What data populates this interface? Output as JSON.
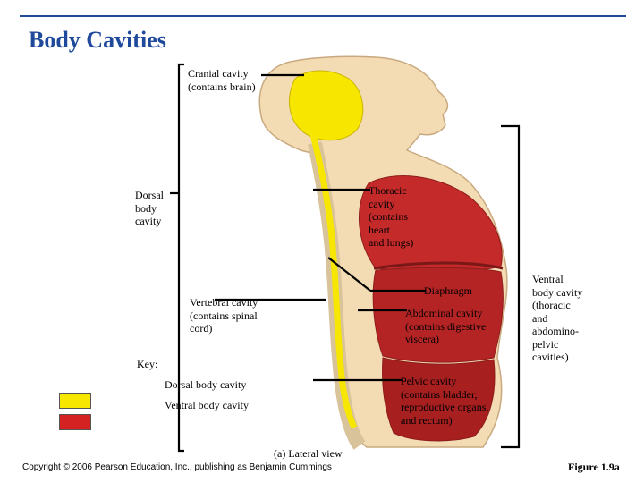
{
  "title": "Body Cavities",
  "labels": {
    "cranial": "Cranial cavity\n(contains brain)",
    "thoracic": "Thoracic\ncavity\n(contains\nheart\nand lungs)",
    "dorsal": "Dorsal\nbody\ncavity",
    "diaphragm": "Diaphragm",
    "vertebral": "Vertebral cavity\n(contains spinal\ncord)",
    "abdominal": "Abdominal cavity\n(contains digestive\nviscera)",
    "ventral": "Ventral\nbody cavity\n(thoracic\nand\nabdomino-\npelvic\ncavities)",
    "pelvic": "Pelvic cavity\n(contains bladder,\nreproductive organs,\nand rectum)"
  },
  "key": {
    "title": "Key:",
    "items": [
      {
        "label": "Dorsal body cavity",
        "color": "#f6e600"
      },
      {
        "label": "Ventral body cavity",
        "color": "#d42222"
      }
    ]
  },
  "caption": "(a) Lateral view",
  "copyright": "Copyright © 2006 Pearson Education, Inc., publishing as Benjamin Cummings",
  "figure": "Figure 1.9a",
  "colors": {
    "title": "#1f4a9c",
    "dorsal": "#f6e600",
    "ventral": "#c42a2a",
    "skin": "#f3dcb4"
  }
}
